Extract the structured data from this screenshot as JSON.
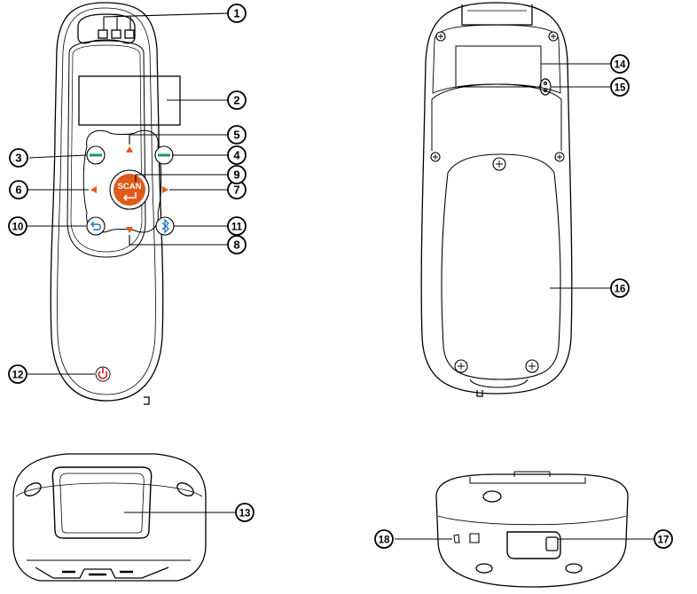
{
  "device": {
    "scan_key_label": "SCAN"
  },
  "callouts": [
    {
      "id": "1",
      "label": "1"
    },
    {
      "id": "2",
      "label": "2"
    },
    {
      "id": "3",
      "label": "3"
    },
    {
      "id": "4",
      "label": "4"
    },
    {
      "id": "5",
      "label": "5"
    },
    {
      "id": "6",
      "label": "6"
    },
    {
      "id": "7",
      "label": "7"
    },
    {
      "id": "8",
      "label": "8"
    },
    {
      "id": "9",
      "label": "9"
    },
    {
      "id": "10",
      "label": "10"
    },
    {
      "id": "11",
      "label": "11"
    },
    {
      "id": "12",
      "label": "12"
    },
    {
      "id": "13",
      "label": "13"
    },
    {
      "id": "14",
      "label": "14"
    },
    {
      "id": "15",
      "label": "15"
    },
    {
      "id": "16",
      "label": "16"
    },
    {
      "id": "17",
      "label": "17"
    },
    {
      "id": "18",
      "label": "18"
    }
  ],
  "colors": {
    "outline": "#000000",
    "key_green": "#1a9a5a",
    "accent_orange": "#e05a1a",
    "key_blue": "#1a70c0",
    "power_red": "#d42020"
  }
}
